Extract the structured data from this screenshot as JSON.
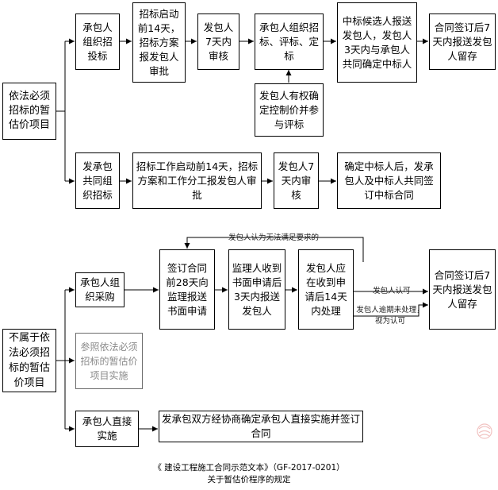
{
  "top": {
    "left_box": "依法必须招标的暂估价项目",
    "row1": {
      "b1": "承包人组织招投标",
      "b2": "招标启动前14天，招标方案报发包人审批",
      "b3": "发包人7天内审核",
      "b4": "承包人组织招标、评标、定标",
      "b4_sub": "发包人有权确定控制价并参与评标",
      "b5": "中标候选人报送发包人，发包人3天内与承包人共同确定中标人",
      "b6": "合同签订后7天内报送发包人留存"
    },
    "row2": {
      "b1": "发承包共同组织招标",
      "b2": "招标工作启动前14天，招标方案和工作分工报发包人审批",
      "b3": "发包人7天内审核",
      "b4": "确定中标人后，发承包人及中标人共同签订中标合同"
    }
  },
  "bottom": {
    "left_box": "不属于依法必须招标的暂估价项目",
    "row1": {
      "b1": "承包人组织采购",
      "b2": "签订合同前28天向监理报送书面申请",
      "b3": "监理人收到书面申请后3天内报送发包人",
      "b4": "发包人应在收到申请后14天内处理",
      "b5": "合同签订后7天内报送发包人留存",
      "loop_label": "发包人认为无法满足要求的",
      "approve_label": "发包人认可",
      "timeout_label": "发包人逾期未处理，视为认可"
    },
    "row2": {
      "b1": "参照依法必须招标的暂估价项目实施"
    },
    "row3": {
      "b1": "承包人直接实施",
      "b2": "发承包双方经协商确定承包人直接实施并签订合同"
    }
  },
  "caption": {
    "line1": "《 建设工程施工合同示范文本》（GF-2017-0201）",
    "line2": "关于暂估价程序的规定"
  }
}
